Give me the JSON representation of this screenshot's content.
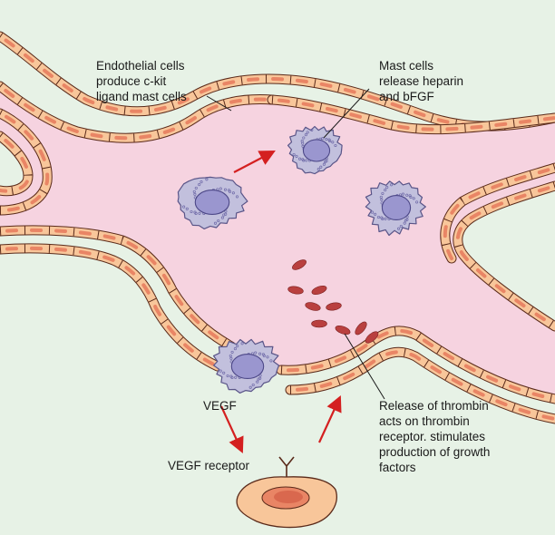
{
  "labels": {
    "endothelial": [
      "Endothelial cells",
      "produce c-kit",
      "ligand mast cells"
    ],
    "mast": [
      "Mast cells",
      "release heparin",
      "and bFGF"
    ],
    "vegf": "VEGF",
    "vegf_receptor": "VEGF receptor",
    "thrombin": [
      "Release of thrombin",
      "acts on thrombin",
      "receptor. stimulates",
      "production of growth",
      "factors"
    ]
  },
  "colors": {
    "background": "#e7f2e6",
    "vessel_lumen": "#f6d3e0",
    "endothelial_cell": "#f8c69a",
    "endothelial_nucleus": "#e98565",
    "mast_cell": "#c2c0dd",
    "mast_nucleus": "#9a96cf",
    "red_blood_cell": "#b9403f",
    "arrow": "#d42020",
    "outline": "#5a2a1a"
  }
}
